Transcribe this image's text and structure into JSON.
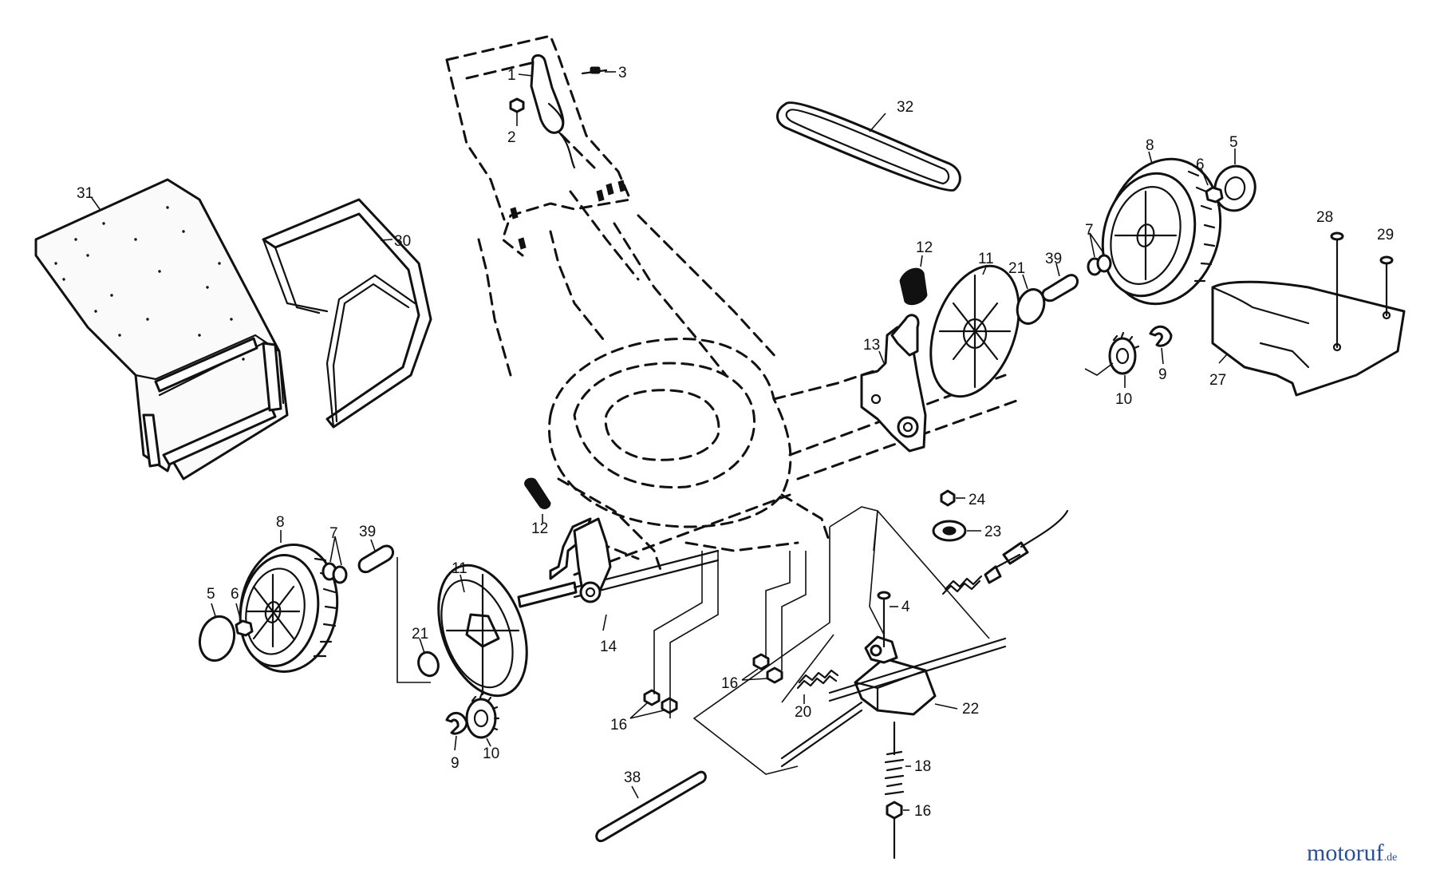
{
  "diagram": {
    "labels": [
      {
        "id": "1",
        "text": "1"
      },
      {
        "id": "2",
        "text": "2"
      },
      {
        "id": "3",
        "text": "3"
      },
      {
        "id": "4",
        "text": "4"
      },
      {
        "id": "5a",
        "text": "5"
      },
      {
        "id": "5b",
        "text": "5"
      },
      {
        "id": "6a",
        "text": "6"
      },
      {
        "id": "6b",
        "text": "6"
      },
      {
        "id": "7a",
        "text": "7"
      },
      {
        "id": "7b",
        "text": "7"
      },
      {
        "id": "8a",
        "text": "8"
      },
      {
        "id": "8b",
        "text": "8"
      },
      {
        "id": "9a",
        "text": "9"
      },
      {
        "id": "9b",
        "text": "9"
      },
      {
        "id": "10a",
        "text": "10"
      },
      {
        "id": "10b",
        "text": "10"
      },
      {
        "id": "11a",
        "text": "11"
      },
      {
        "id": "11b",
        "text": "11"
      },
      {
        "id": "12a",
        "text": "12"
      },
      {
        "id": "12b",
        "text": "12"
      },
      {
        "id": "13",
        "text": "13"
      },
      {
        "id": "14",
        "text": "14"
      },
      {
        "id": "16a",
        "text": "16"
      },
      {
        "id": "16b",
        "text": "16"
      },
      {
        "id": "16c",
        "text": "16"
      },
      {
        "id": "18",
        "text": "18"
      },
      {
        "id": "20",
        "text": "20"
      },
      {
        "id": "21a",
        "text": "21"
      },
      {
        "id": "21b",
        "text": "21"
      },
      {
        "id": "22",
        "text": "22"
      },
      {
        "id": "23",
        "text": "23"
      },
      {
        "id": "24",
        "text": "24"
      },
      {
        "id": "27",
        "text": "27"
      },
      {
        "id": "28",
        "text": "28"
      },
      {
        "id": "29",
        "text": "29"
      },
      {
        "id": "30",
        "text": "30"
      },
      {
        "id": "31",
        "text": "31"
      },
      {
        "id": "32",
        "text": "32"
      },
      {
        "id": "38",
        "text": "38"
      },
      {
        "id": "39a",
        "text": "39"
      },
      {
        "id": "39b",
        "text": "39"
      }
    ]
  },
  "watermark": {
    "brand": "motoruf",
    "tld": ".de",
    "color": "#2a4f92"
  }
}
